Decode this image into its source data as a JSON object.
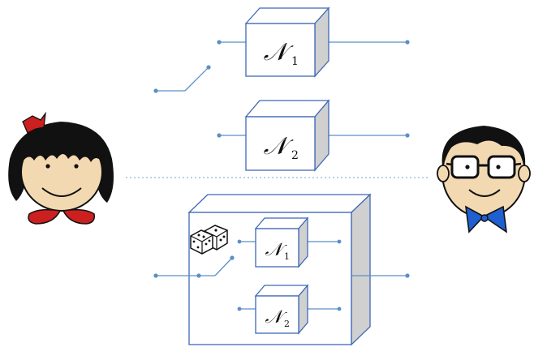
{
  "colors": {
    "wire": "#5b8fc5",
    "box_stroke": "#3f68b8",
    "box_side": "#d0d0d0",
    "skin": "#f3d9b1",
    "hair": "#111111",
    "bow_red": "#cc1f1f",
    "bowtie_blue": "#1f5fd0"
  },
  "icons": {
    "left_person": "girl-face-icon",
    "right_person": "boy-with-glasses-icon",
    "randomness": "dice-icon"
  },
  "diagram": {
    "top_box_1": {
      "symbol": "𝒩",
      "subscript": "1"
    },
    "top_box_2": {
      "symbol": "𝒩",
      "subscript": "2"
    },
    "inner_box_1": {
      "symbol": "𝒩",
      "subscript": "1"
    },
    "inner_box_2": {
      "symbol": "𝒩",
      "subscript": "2"
    }
  }
}
